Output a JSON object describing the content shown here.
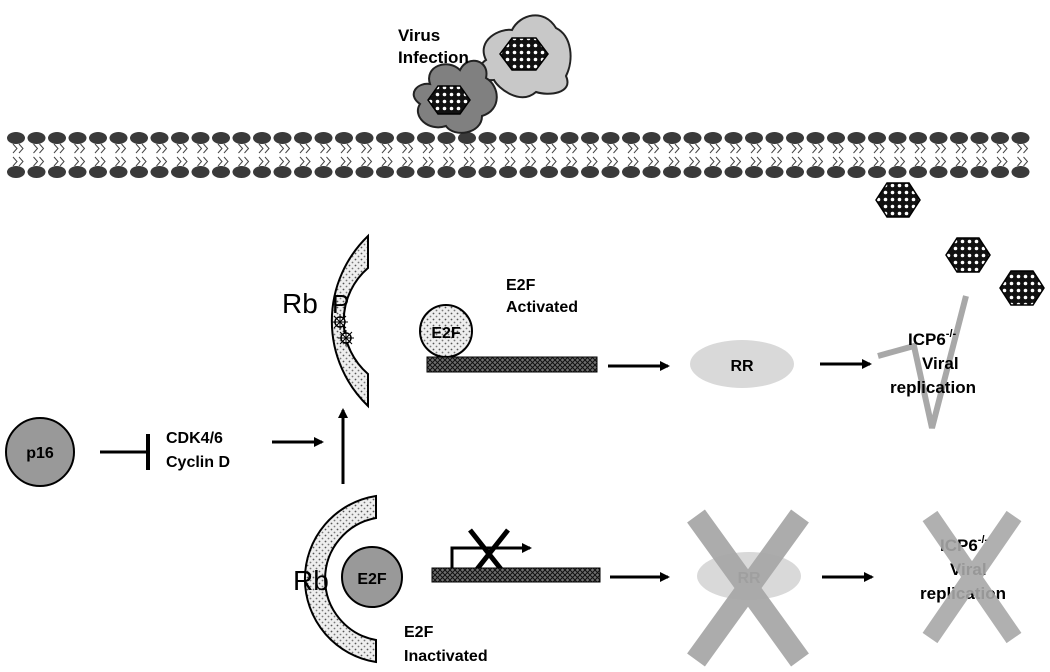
{
  "labels": {
    "virus_infection_line1": "Virus",
    "virus_infection_line2": "Infection",
    "rb_top": "Rb",
    "phospho": "P",
    "e2f_top": "E2F",
    "e2f_activated_line1": "E2F",
    "e2f_activated_line2": "Activated",
    "rr_top": "RR",
    "icp6_top": "ICP6",
    "icp6_top_sup": "-/-",
    "viral_top": "Viral",
    "replication_top": "replication",
    "p16": "p16",
    "cdk_line1": "CDK4/6",
    "cdk_line2": "Cyclin D",
    "rb_bottom": "Rb",
    "e2f_bottom": "E2F",
    "e2f_inactivated_line1": "E2F",
    "e2f_inactivated_line2": "Inactivated",
    "rr_bottom": "RR",
    "icp6_bottom": "ICP6",
    "icp6_bottom_sup": "-/-",
    "viral_bottom": "Viral",
    "replication_bottom": "replication"
  },
  "colors": {
    "membrane": "#3a3a3a",
    "p16_fill": "#999999",
    "rr_fill": "#d9d9d9",
    "cross": "#a8a8a8",
    "dna_bar": "#333333"
  }
}
